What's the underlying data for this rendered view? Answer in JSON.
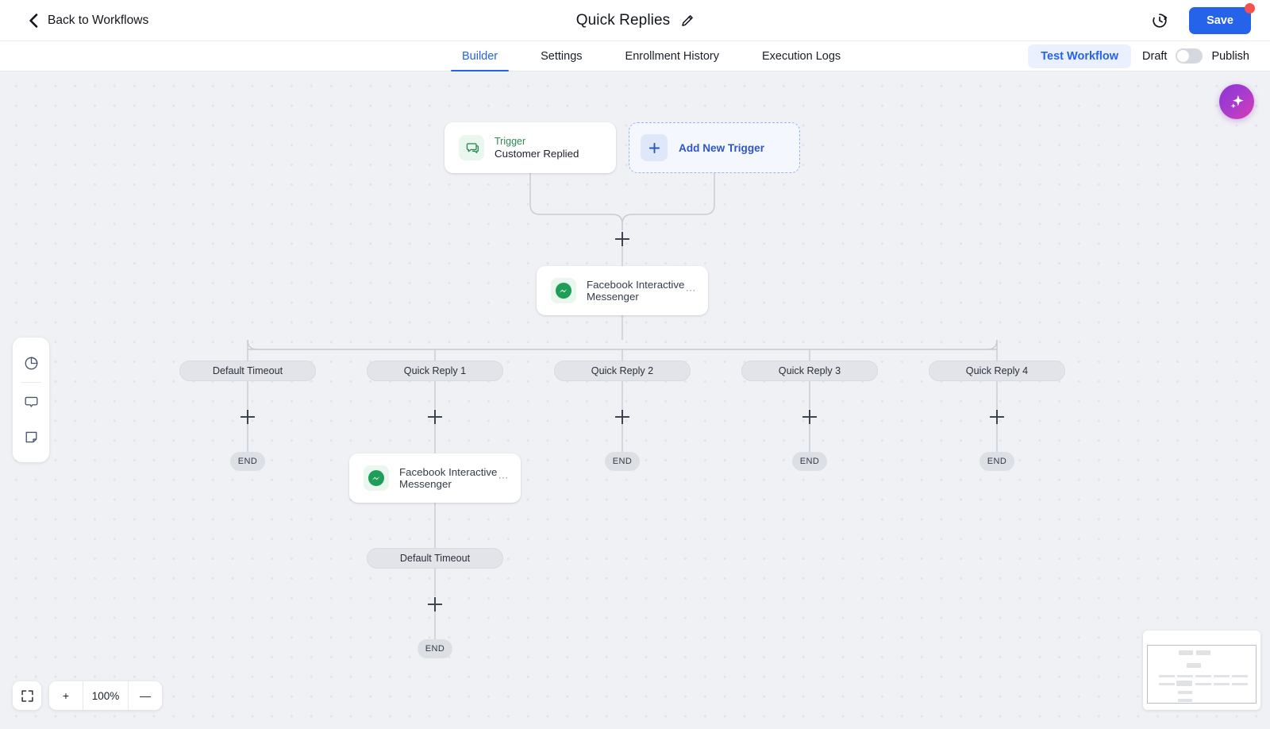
{
  "topbar": {
    "back_label": "Back to Workflows",
    "back_icon": "chevron-left-icon",
    "title": "Quick Replies",
    "edit_icon": "pencil-icon",
    "history_icon": "clock-history-icon",
    "save_label": "Save",
    "save_has_unsaved_dot": true,
    "accent_blue": "#2563eb",
    "dot_red": "#f4524d"
  },
  "tabbar": {
    "tabs": [
      {
        "label": "Builder",
        "active": true
      },
      {
        "label": "Settings",
        "active": false
      },
      {
        "label": "Enrollment History",
        "active": false
      },
      {
        "label": "Execution Logs",
        "active": false
      }
    ],
    "test_label": "Test Workflow",
    "draft_label": "Draft",
    "publish_label": "Publish",
    "toggle_state": "draft"
  },
  "canvas": {
    "background": "#eff1f4",
    "dot_color": "#e2e4e8",
    "ai_assistant_icon": "sparkles-icon"
  },
  "nodes": {
    "trigger": {
      "icon": "chat-bubbles-icon",
      "kicker": "Trigger",
      "title": "Customer Replied",
      "kicker_color": "#2e8b57"
    },
    "add_trigger": {
      "icon": "plus-icon",
      "label": "Add New Trigger"
    },
    "messenger_1": {
      "icon": "facebook-messenger-icon",
      "line1": "Facebook Interactive",
      "line2": "Messenger",
      "menu_icon": "ellipsis-icon"
    },
    "messenger_2": {
      "icon": "facebook-messenger-icon",
      "line1": "Facebook Interactive",
      "line2": "Messenger",
      "menu_icon": "ellipsis-icon"
    }
  },
  "branches": [
    {
      "label": "Default Timeout",
      "end_label": "END"
    },
    {
      "label": "Quick Reply 1",
      "end_label": "END"
    },
    {
      "label": "Quick Reply 2",
      "end_label": "END"
    },
    {
      "label": "Quick Reply 3",
      "end_label": "END"
    },
    {
      "label": "Quick Reply 4",
      "end_label": "END"
    }
  ],
  "sub_branch": {
    "label": "Default Timeout",
    "end_label": "END"
  },
  "rail": {
    "items": [
      {
        "icon": "pie-chart-icon",
        "name": "analytics"
      },
      {
        "icon": "comment-bubble-icon",
        "name": "comments"
      },
      {
        "icon": "note-icon",
        "name": "notes"
      }
    ]
  },
  "zoom_controls": {
    "fit_icon": "fit-screen-icon",
    "zoom_in_label": "+",
    "zoom_level": "100%",
    "zoom_out_label": "—"
  }
}
